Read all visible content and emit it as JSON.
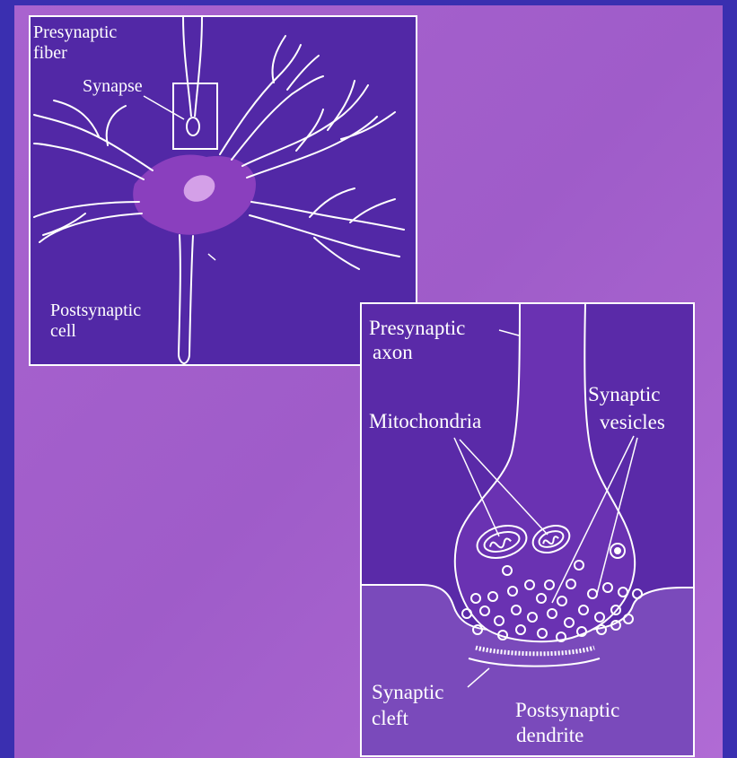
{
  "colors": {
    "frame": "#3a2fb0",
    "background": "#a05fca",
    "panel": "#5228a6",
    "panel_lower": "#7344b8",
    "soma": "#8a3fbe",
    "line": "#ffffff"
  },
  "panel_neuron": {
    "presynaptic_fiber": [
      "Presynaptic",
      "fiber"
    ],
    "synapse": "Synapse",
    "postsynaptic_cell": [
      "Postsynaptic",
      "cell"
    ]
  },
  "panel_synapse": {
    "presynaptic_axon": [
      "Presynaptic",
      "axon"
    ],
    "mitochondria": "Mitochondria",
    "synaptic_vesicles": [
      "Synaptic",
      "vesicles"
    ],
    "synaptic_cleft": [
      "Synaptic",
      "cleft"
    ],
    "postsynaptic_dendrite": [
      "Postsynaptic",
      "dendrite"
    ]
  }
}
